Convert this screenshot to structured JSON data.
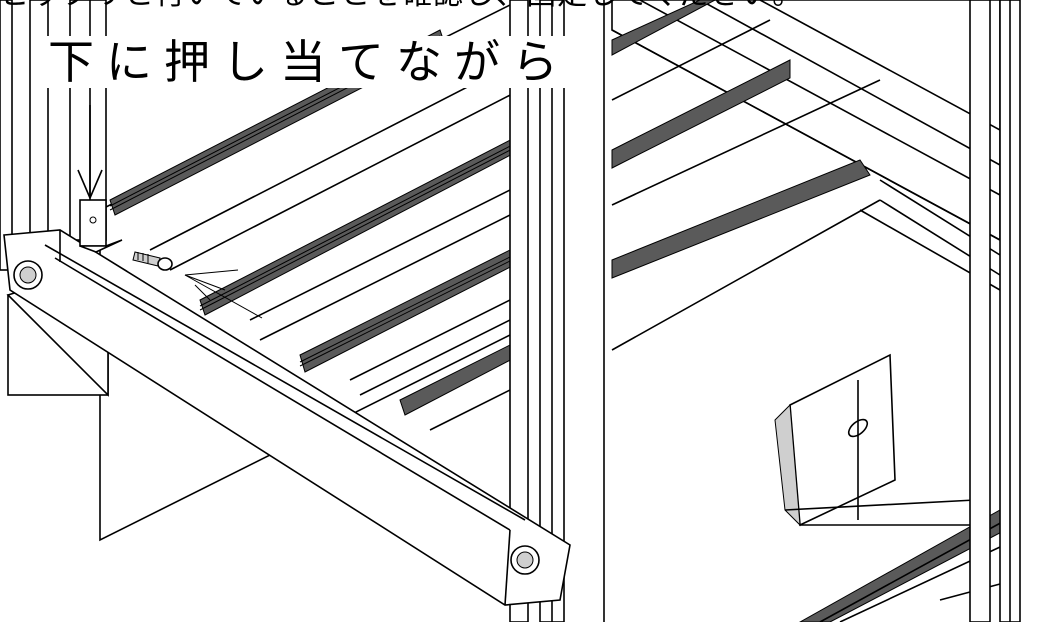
{
  "figure": {
    "top_caption": "ピッタリと付いていることを確認し、固定してください。",
    "instruction_label": "下に押し当てながら"
  },
  "colors": {
    "line": "#000000",
    "background": "#ffffff",
    "rail_shade": "#5a5a5a"
  },
  "icons": {
    "arrow": "down-arrow",
    "bolt": "hex-bolt",
    "screw": "screw",
    "bracket": "l-bracket"
  }
}
